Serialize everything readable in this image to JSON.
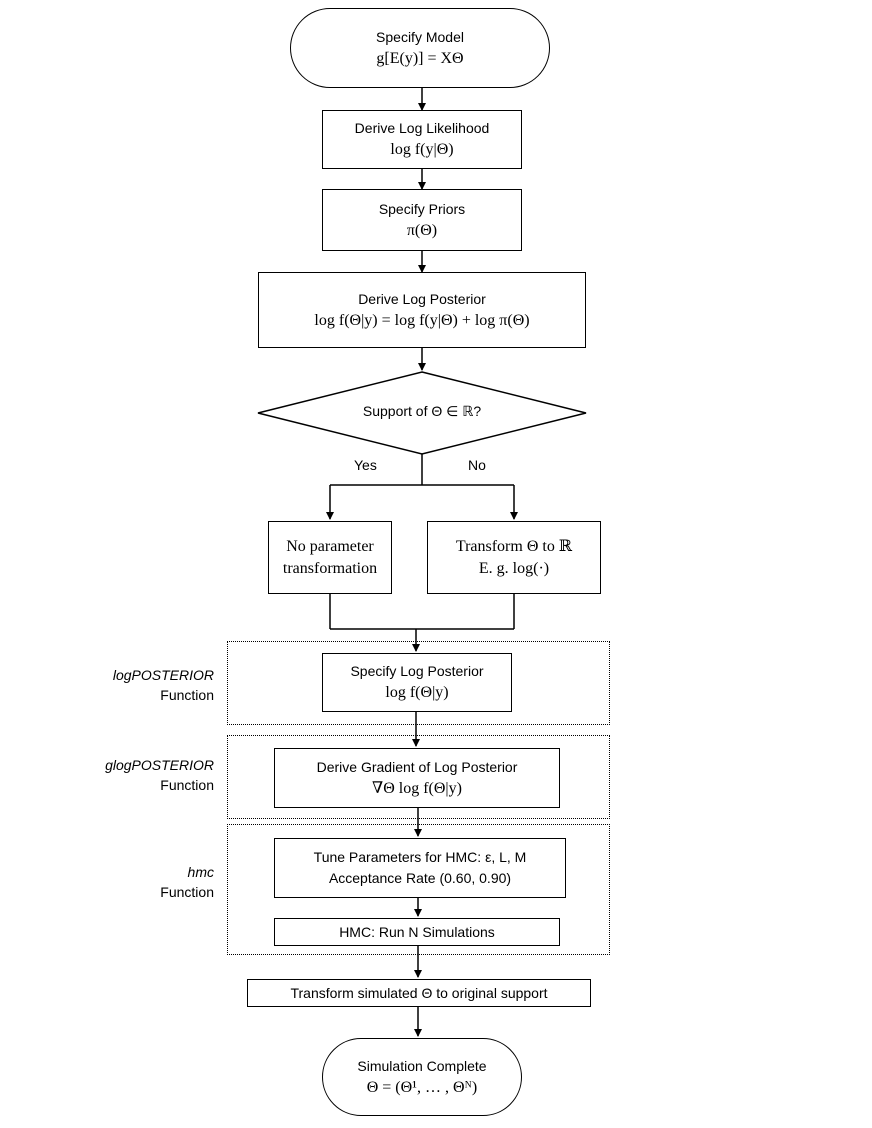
{
  "start": {
    "title": "Specify Model",
    "formula": "g[E(y)] = XΘ"
  },
  "log_likelihood": {
    "title": "Derive Log Likelihood",
    "formula": "log f(y|Θ)"
  },
  "priors": {
    "title": "Specify Priors",
    "formula": "π(Θ)"
  },
  "log_posterior": {
    "title": "Derive Log Posterior",
    "formula": "log f(Θ|y) = log f(y|Θ) +  log π(Θ)"
  },
  "decision": {
    "text": "Support of Θ ∈ ℝ?",
    "yes": "Yes",
    "no": "No"
  },
  "no_transform": {
    "line1": "No parameter",
    "line2": "transformation"
  },
  "transform": {
    "line1": "Transform Θ to ℝ",
    "line2": "E. g. log(·)"
  },
  "logposterior_fn": {
    "label_name": "logPOSTERIOR",
    "label_suffix": "Function",
    "title": "Specify Log Posterior",
    "formula": "log f(Θ|y)"
  },
  "glogposterior_fn": {
    "label_name": "glogPOSTERIOR",
    "label_suffix": "Function",
    "title": "Derive Gradient of Log Posterior",
    "formula": "∇Θ log f(Θ|y)"
  },
  "hmc_fn": {
    "label_name": "hmc",
    "label_suffix": "Function",
    "tune_title": "Tune Parameters for HMC:  ε, L, M",
    "tune_rate": "Acceptance Rate (0.60, 0.90)",
    "run": "HMC: Run N Simulations"
  },
  "transform_back": {
    "text": "Transform simulated Θ to original support"
  },
  "end": {
    "title": "Simulation Complete",
    "formula": "Θ = (Θ¹, … , Θᴺ)"
  }
}
